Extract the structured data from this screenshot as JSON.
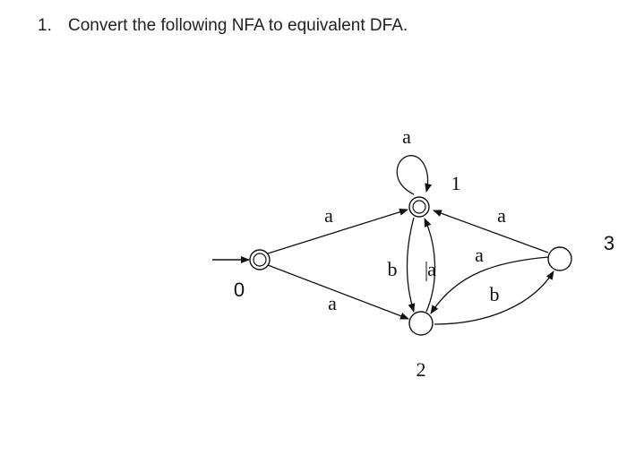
{
  "question": {
    "number": "1.",
    "text": "Convert the following NFA to equivalent DFA."
  },
  "diagram": {
    "states": [
      {
        "id": "q0",
        "label": "0",
        "accepting": true,
        "start": true
      },
      {
        "id": "q1",
        "label": "1",
        "accepting": true,
        "start": false
      },
      {
        "id": "q2",
        "label": "2",
        "accepting": false,
        "start": false
      },
      {
        "id": "q3",
        "label": "3",
        "accepting": false,
        "start": false
      }
    ],
    "transitions": [
      {
        "from": "0",
        "to": "1",
        "symbol": "a"
      },
      {
        "from": "0",
        "to": "2",
        "symbol": "a"
      },
      {
        "from": "1",
        "to": "1",
        "symbol": "a"
      },
      {
        "from": "1",
        "to": "2",
        "symbol": "b"
      },
      {
        "from": "2",
        "to": "1",
        "symbol": "a"
      },
      {
        "from": "3",
        "to": "1",
        "symbol": "a"
      },
      {
        "from": "3",
        "to": "2",
        "symbol": "a"
      },
      {
        "from": "2",
        "to": "3",
        "symbol": "b"
      }
    ]
  },
  "colors": {
    "ink": "#111111",
    "text": "#222222",
    "background": "#ffffff"
  }
}
